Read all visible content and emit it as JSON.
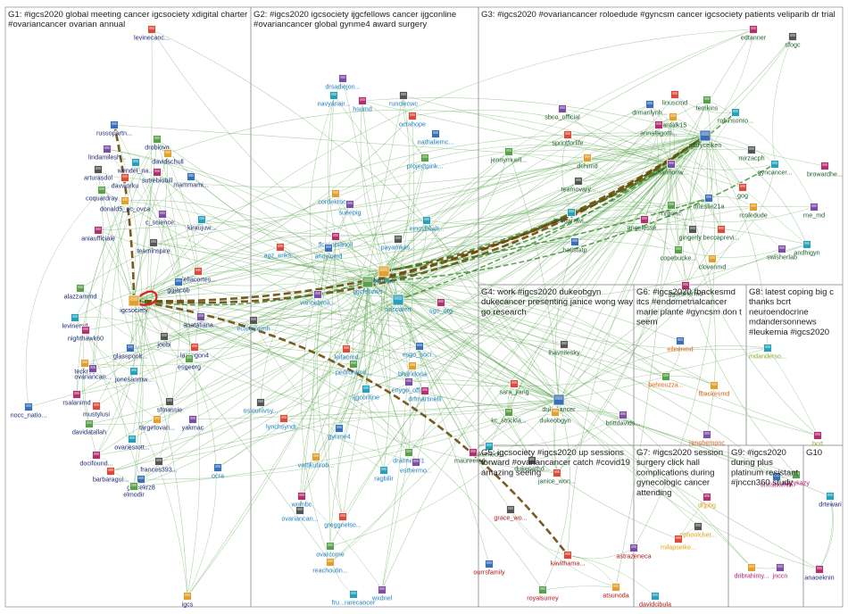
{
  "groups": [
    {
      "id": "G1",
      "lines": [
        "G1: #igcs2020 global meeting cancer igcsociety xdigital charter",
        "#ovariancancer ovarian annual"
      ]
    },
    {
      "id": "G2",
      "lines": [
        "G2: #igcs2020 igcsociety ijgcfellows cancer ijgconline",
        "#ovariancancer global gynme4 award surgery"
      ]
    },
    {
      "id": "G3",
      "lines": [
        "G3: #igcs2020 #ovariancancer roloedude #gyncsm cancer igcsociety patients veliparib dr trial"
      ]
    },
    {
      "id": "G4",
      "lines": [
        "G4: work #igcs2020 dukeobgyn",
        "dukecancer presenting janice wong way",
        "go research"
      ]
    },
    {
      "id": "G5",
      "lines": [
        "G5: igcsociety #igcs2020 up sessions",
        "forward #ovariancancer catch #covid19",
        "amazing seeing"
      ]
    },
    {
      "id": "G6",
      "lines": [
        "G6: #igcs2020 fbackesmd",
        "itcs #endometrialcancer",
        "marie plante #gyncsm don t",
        "seem"
      ]
    },
    {
      "id": "G7",
      "lines": [
        "G7: #igcs2020 session",
        "surgery click hall",
        "complications during",
        "gynecologic cancer",
        "attending"
      ]
    },
    {
      "id": "G8",
      "lines": [
        "G8: latest coping big c",
        "thanks bcrt",
        "neuroendocrine",
        "mdandersonnews",
        "#leukemia #igcs2020"
      ]
    },
    {
      "id": "G9",
      "lines": [
        "G9: #igcs2020",
        "during plus",
        "platinum resistant",
        "#jnccn360 study"
      ]
    },
    {
      "id": "G10",
      "lines": [
        "G10"
      ]
    }
  ],
  "nodes": [
    {
      "label": "levinecanc...",
      "group": "G1"
    },
    {
      "label": "russopartn...",
      "group": "G1"
    },
    {
      "label": "drobioyg",
      "group": "G1"
    },
    {
      "label": "davidschull",
      "group": "G1"
    },
    {
      "label": "lindamilesh...",
      "group": "G1"
    },
    {
      "label": "wendel_na...",
      "group": "G1"
    },
    {
      "label": "sutrebiobill",
      "group": "G1"
    },
    {
      "label": "arturasdol",
      "group": "G1"
    },
    {
      "label": "davworku",
      "group": "G1"
    },
    {
      "label": "mammami...",
      "group": "G1"
    },
    {
      "label": "coquardray",
      "group": "G1"
    },
    {
      "label": "donald5_pc_ovca",
      "group": "G1"
    },
    {
      "label": "c_science...",
      "group": "G1"
    },
    {
      "label": "kiraujuw...",
      "group": "G1"
    },
    {
      "label": "aniaufficiale",
      "group": "G1"
    },
    {
      "label": "teaminspire",
      "group": "G1"
    },
    {
      "label": "deliacortes...",
      "group": "G1"
    },
    {
      "label": "ggjacob",
      "group": "G1"
    },
    {
      "label": "alazzammd",
      "group": "G1"
    },
    {
      "label": "igcsociety",
      "group": "G1"
    },
    {
      "label": "anatatiana...",
      "group": "G1"
    },
    {
      "label": "levinemd",
      "group": "G1"
    },
    {
      "label": "nighthawk60",
      "group": "G1"
    },
    {
      "label": "joebi",
      "group": "G1"
    },
    {
      "label": "larnegon4",
      "group": "G1"
    },
    {
      "label": "glasspoolr...",
      "group": "G1"
    },
    {
      "label": "esgeorg",
      "group": "G1"
    },
    {
      "label": "teckros",
      "group": "G1"
    },
    {
      "label": "ovariancan...",
      "group": "G1"
    },
    {
      "label": "jonesanmw...",
      "group": "G1"
    },
    {
      "label": "rsalanimd",
      "group": "G1"
    },
    {
      "label": "sfmassie",
      "group": "G1"
    },
    {
      "label": "mustylusi",
      "group": "G1"
    },
    {
      "label": "nocc_natio...",
      "group": "G1"
    },
    {
      "label": "davidatallah",
      "group": "G1"
    },
    {
      "label": "targetovari...",
      "group": "G1"
    },
    {
      "label": "yakmac",
      "group": "G1"
    },
    {
      "label": "ovariesrott...",
      "group": "G1"
    },
    {
      "label": "docifound...",
      "group": "G1"
    },
    {
      "label": "frances393...",
      "group": "G1"
    },
    {
      "label": "barbaragui...",
      "group": "G1"
    },
    {
      "label": "gracekrz8",
      "group": "G1"
    },
    {
      "label": "elmodir",
      "group": "G1"
    },
    {
      "label": "igcs",
      "group": "G1"
    },
    {
      "label": "drsadiejon...",
      "group": "G2"
    },
    {
      "label": "navyanair...",
      "group": "G2"
    },
    {
      "label": "hsumd",
      "group": "G2"
    },
    {
      "label": "runciecwc",
      "group": "G2"
    },
    {
      "label": "ocrahope",
      "group": "G2"
    },
    {
      "label": "nathaliemc...",
      "group": "G2"
    },
    {
      "label": "projectpink...",
      "group": "G2"
    },
    {
      "label": "cordekroons",
      "group": "G2"
    },
    {
      "label": "sueepig",
      "group": "G2"
    },
    {
      "label": "innovhealt...",
      "group": "G2"
    },
    {
      "label": "florencianoll",
      "group": "G2"
    },
    {
      "label": "payamkas...",
      "group": "G2"
    },
    {
      "label": "agz_eriks...",
      "group": "G2"
    },
    {
      "label": "anovicmd",
      "group": "G2"
    },
    {
      "label": "ijgcfellows",
      "group": "G2"
    },
    {
      "label": "gyncsm",
      "group": "G2"
    },
    {
      "label": "vancebroa...",
      "group": "G2"
    },
    {
      "label": "oncoalert",
      "group": "G2"
    },
    {
      "label": "sgo_org",
      "group": "G2"
    },
    {
      "label": "ecteamsmh",
      "group": "G2"
    },
    {
      "label": "leitaomd",
      "group": "G2"
    },
    {
      "label": "esgo_soci...",
      "group": "G2"
    },
    {
      "label": "pedroramir...",
      "group": "G2"
    },
    {
      "label": "bhandoria",
      "group": "G2"
    },
    {
      "label": "enygo_offi...",
      "group": "G2"
    },
    {
      "label": "ijgconline",
      "group": "G2"
    },
    {
      "label": "drfmartinelli",
      "group": "G2"
    },
    {
      "label": "oslounivsy...",
      "group": "G2"
    },
    {
      "label": "lynchsyndr...",
      "group": "G2"
    },
    {
      "label": "gynme4",
      "group": "G2"
    },
    {
      "label": "drannacol1",
      "group": "G2"
    },
    {
      "label": "vattikutirob...",
      "group": "G2"
    },
    {
      "label": "esthermo...",
      "group": "G2"
    },
    {
      "label": "ragbilir",
      "group": "G2"
    },
    {
      "label": "wombc",
      "group": "G2"
    },
    {
      "label": "ovariancan...",
      "group": "G2"
    },
    {
      "label": "greggnelso...",
      "group": "G2"
    },
    {
      "label": "ocra",
      "group": "G2"
    },
    {
      "label": "ovarcome",
      "group": "G2"
    },
    {
      "label": "reachoutin...",
      "group": "G2"
    },
    {
      "label": "wxdnel",
      "group": "G2"
    },
    {
      "label": "fru...rarecancer",
      "group": "G2"
    },
    {
      "label": "edtanner",
      "group": "G3"
    },
    {
      "label": "sfogc",
      "group": "G3"
    },
    {
      "label": "linuscmd",
      "group": "G3"
    },
    {
      "label": "drmarilynh...",
      "group": "G3"
    },
    {
      "label": "temkins",
      "group": "G3"
    },
    {
      "label": "cantalk15",
      "group": "G3"
    },
    {
      "label": "sbco_official",
      "group": "G3"
    },
    {
      "label": "robinsonro...",
      "group": "G3"
    },
    {
      "label": "annafagotti...",
      "group": "G3"
    },
    {
      "label": "mirzacph",
      "group": "G3"
    },
    {
      "label": "sprintforlife",
      "group": "G3"
    },
    {
      "label": "maryceiken",
      "group": "G3"
    },
    {
      "label": "jennymuell...",
      "group": "G3"
    },
    {
      "label": "dchimd",
      "group": "G3"
    },
    {
      "label": "shannonw...",
      "group": "G3"
    },
    {
      "label": "gyncancer...",
      "group": "G3"
    },
    {
      "label": "browardhe...",
      "group": "G3"
    },
    {
      "label": "teamovary...",
      "group": "G3"
    },
    {
      "label": "gog",
      "group": "G3"
    },
    {
      "label": "drleslie21a",
      "group": "G3"
    },
    {
      "label": "nrgonc",
      "group": "G3"
    },
    {
      "label": "rcoledude",
      "group": "G3"
    },
    {
      "label": "rne_md",
      "group": "G3"
    },
    {
      "label": "bsegarravi...",
      "group": "G3"
    },
    {
      "label": "angelesse...",
      "group": "G3"
    },
    {
      "label": "gingerly...",
      "group": "G3"
    },
    {
      "label": "beccaprevi...",
      "group": "G3"
    },
    {
      "label": "batistatp",
      "group": "G3"
    },
    {
      "label": "copebucke...",
      "group": "G3"
    },
    {
      "label": "clovenmd",
      "group": "G3"
    },
    {
      "label": "swisherlab",
      "group": "G3"
    },
    {
      "label": "andhigyn",
      "group": "G3"
    },
    {
      "label": "ggardnermd",
      "group": "G3"
    },
    {
      "label": "lhavnilesky",
      "group": "G4"
    },
    {
      "label": "sara_jiang",
      "group": "G4"
    },
    {
      "label": "dukecancer",
      "group": "G4"
    },
    {
      "label": "kc_strickla...",
      "group": "G4"
    },
    {
      "label": "dukeobgyn",
      "group": "G4"
    },
    {
      "label": "brittdavids...",
      "group": "G4"
    },
    {
      "label": "dukemeds...",
      "group": "G4"
    },
    {
      "label": "maureen_k...",
      "group": "G4"
    },
    {
      "label": "dukepathd...",
      "group": "G4"
    },
    {
      "label": "janice_won...",
      "group": "G4"
    },
    {
      "label": "eileenmd",
      "group": "G6"
    },
    {
      "label": "behrouzza...",
      "group": "G6"
    },
    {
      "label": "fbackesmd",
      "group": "G6"
    },
    {
      "label": "renohemonc",
      "group": "G6"
    },
    {
      "label": "mdanderso...",
      "group": "G8"
    },
    {
      "label": "bcrt",
      "group": "G8"
    },
    {
      "label": "grace_wo...",
      "group": "G5"
    },
    {
      "label": "kavithama...",
      "group": "G5"
    },
    {
      "label": "ourrsfamily",
      "group": "G5"
    },
    {
      "label": "royalsurrey",
      "group": "G5"
    },
    {
      "label": "atsunoda",
      "group": "G5"
    },
    {
      "label": "astrazeneca",
      "group": "G5"
    },
    {
      "label": "davidcibula",
      "group": "G5"
    },
    {
      "label": "drjpbg",
      "group": "G7"
    },
    {
      "label": "nphoolcher...",
      "group": "G7"
    },
    {
      "label": "milapseike...",
      "group": "G7"
    },
    {
      "label": "christikimm",
      "group": "G9"
    },
    {
      "label": "nazykazy",
      "group": "G9"
    },
    {
      "label": "dribrahimy...",
      "group": "G9"
    },
    {
      "label": "jnccn",
      "group": "G9"
    },
    {
      "label": "drtewari",
      "group": "G10"
    },
    {
      "label": "anaoeknin",
      "group": "G10"
    }
  ],
  "colors": {
    "edge": "#4a9e3c",
    "edge_strong": "#6b4a0a",
    "self_loop": "#e02020",
    "label_g1": "#1e2a78",
    "label_g2": "#1f7fbf",
    "label_g3": "#1d5f2a",
    "label_g4": "#1d5f2a",
    "label_g5": "#b01818",
    "label_g6": "#e06010",
    "label_g7": "#e0a010",
    "label_g8": "#7ab020",
    "label_g9": "#c0187a",
    "label_g10": "#1e2a78"
  }
}
